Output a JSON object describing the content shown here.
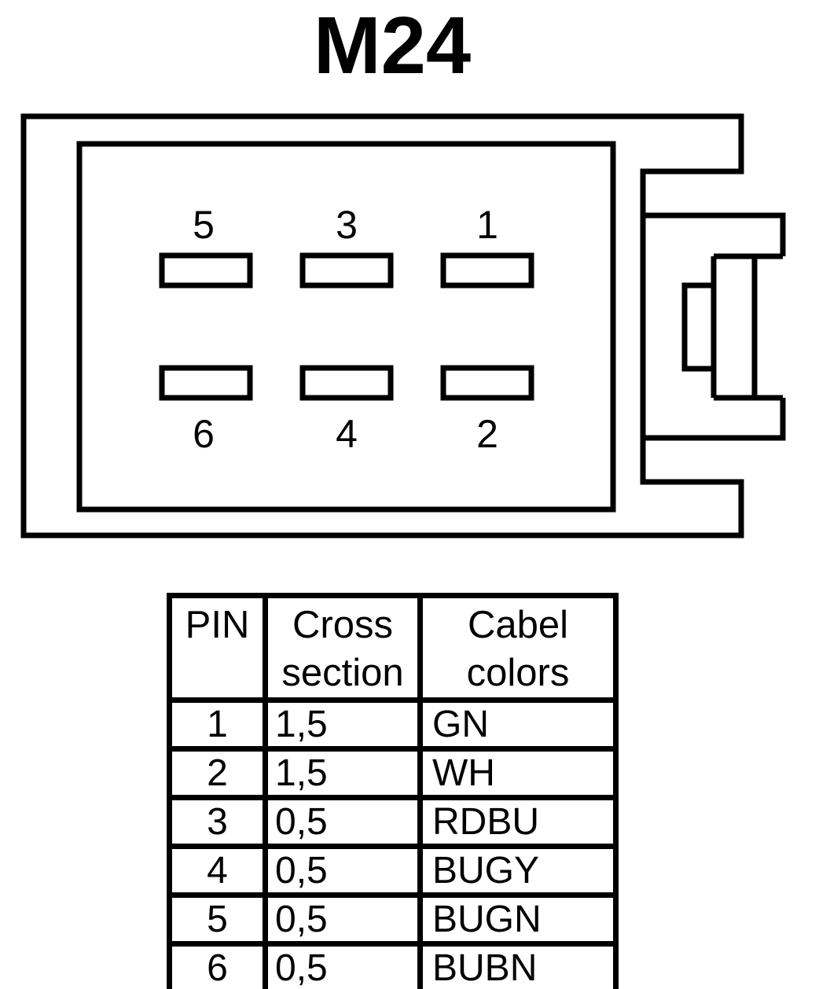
{
  "title": "M24",
  "connector": {
    "pins_top": [
      "5",
      "3",
      "1"
    ],
    "pins_bottom": [
      "6",
      "4",
      "2"
    ]
  },
  "table": {
    "headers": {
      "pin": "PIN",
      "cross": "Cross section",
      "cabel": "Cabel colors"
    },
    "rows": [
      {
        "pin": "1",
        "cross": "1,5",
        "color": "GN"
      },
      {
        "pin": "2",
        "cross": "1,5",
        "color": "WH"
      },
      {
        "pin": "3",
        "cross": "0,5",
        "color": "RDBU"
      },
      {
        "pin": "4",
        "cross": "0,5",
        "color": "BUGY"
      },
      {
        "pin": "5",
        "cross": "0,5",
        "color": "BUGN"
      },
      {
        "pin": "6",
        "cross": "0,5",
        "color": "BUBN"
      }
    ]
  },
  "colors": {
    "line": "#000000",
    "background": "#ffffff"
  }
}
